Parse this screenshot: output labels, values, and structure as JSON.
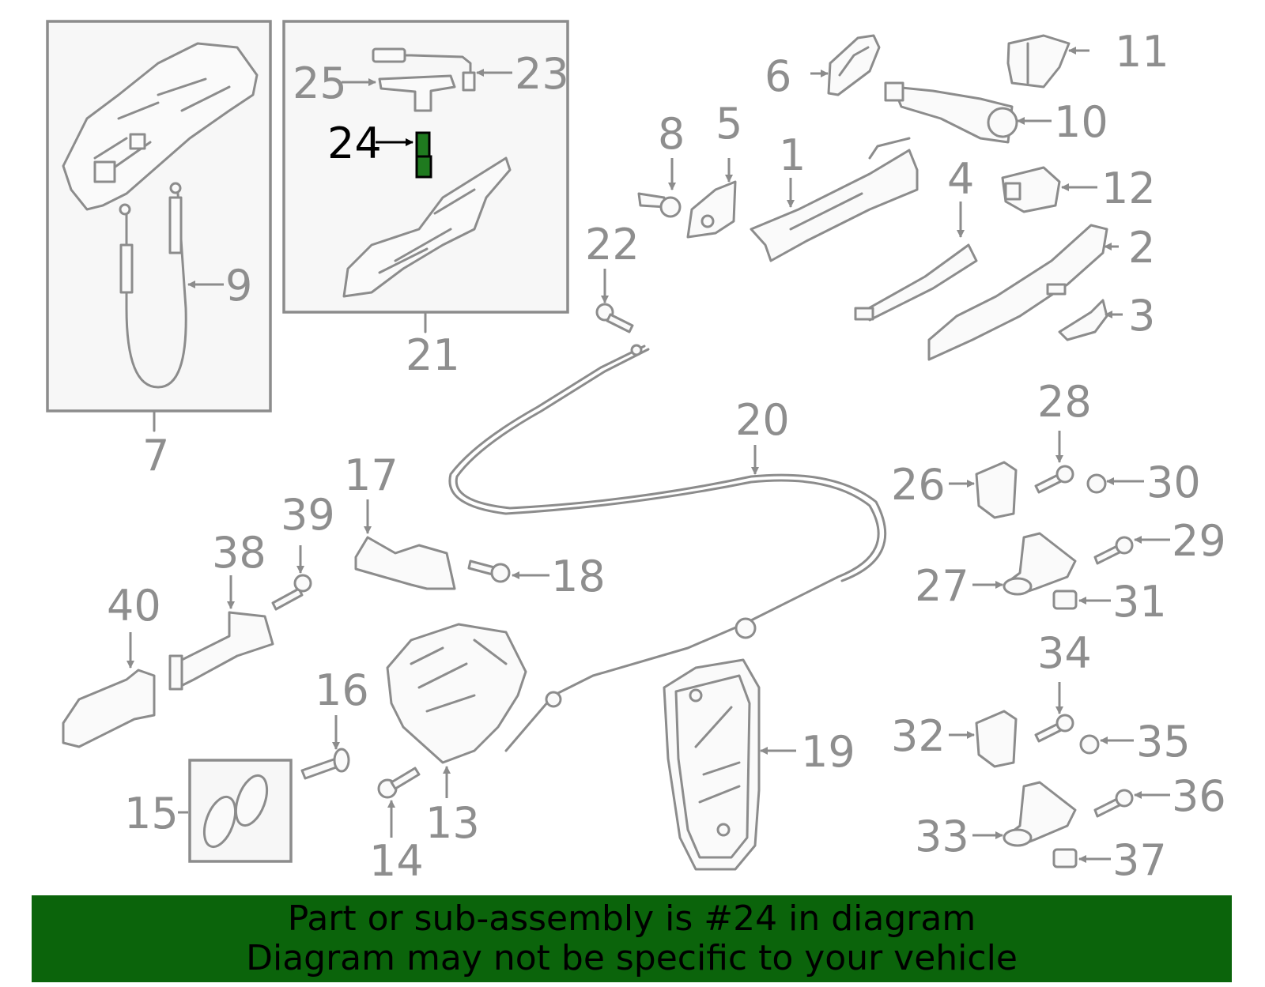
{
  "callouts": [
    {
      "id": "1",
      "label": "1"
    },
    {
      "id": "2",
      "label": "2"
    },
    {
      "id": "3",
      "label": "3"
    },
    {
      "id": "4",
      "label": "4"
    },
    {
      "id": "5",
      "label": "5"
    },
    {
      "id": "6",
      "label": "6"
    },
    {
      "id": "7",
      "label": "7"
    },
    {
      "id": "8",
      "label": "8"
    },
    {
      "id": "9",
      "label": "9"
    },
    {
      "id": "10",
      "label": "10"
    },
    {
      "id": "11",
      "label": "11"
    },
    {
      "id": "12",
      "label": "12"
    },
    {
      "id": "13",
      "label": "13"
    },
    {
      "id": "14",
      "label": "14"
    },
    {
      "id": "15",
      "label": "15"
    },
    {
      "id": "16",
      "label": "16"
    },
    {
      "id": "17",
      "label": "17"
    },
    {
      "id": "18",
      "label": "18"
    },
    {
      "id": "19",
      "label": "19"
    },
    {
      "id": "20",
      "label": "20"
    },
    {
      "id": "21",
      "label": "21"
    },
    {
      "id": "22",
      "label": "22"
    },
    {
      "id": "23",
      "label": "23"
    },
    {
      "id": "24",
      "label": "24"
    },
    {
      "id": "25",
      "label": "25"
    },
    {
      "id": "26",
      "label": "26"
    },
    {
      "id": "27",
      "label": "27"
    },
    {
      "id": "28",
      "label": "28"
    },
    {
      "id": "29",
      "label": "29"
    },
    {
      "id": "30",
      "label": "30"
    },
    {
      "id": "31",
      "label": "31"
    },
    {
      "id": "32",
      "label": "32"
    },
    {
      "id": "33",
      "label": "33"
    },
    {
      "id": "34",
      "label": "34"
    },
    {
      "id": "35",
      "label": "35"
    },
    {
      "id": "36",
      "label": "36"
    },
    {
      "id": "37",
      "label": "37"
    },
    {
      "id": "38",
      "label": "38"
    },
    {
      "id": "39",
      "label": "39"
    },
    {
      "id": "40",
      "label": "40"
    }
  ],
  "highlighted_part": "24",
  "colors": {
    "banner_background": "#0b640b",
    "highlight_part": "#1f7a1f",
    "line_gray": "#8c8c8c"
  },
  "banner": {
    "line1": "Part or sub-assembly is #24 in diagram",
    "line2": "Diagram may not be specific to your vehicle"
  }
}
